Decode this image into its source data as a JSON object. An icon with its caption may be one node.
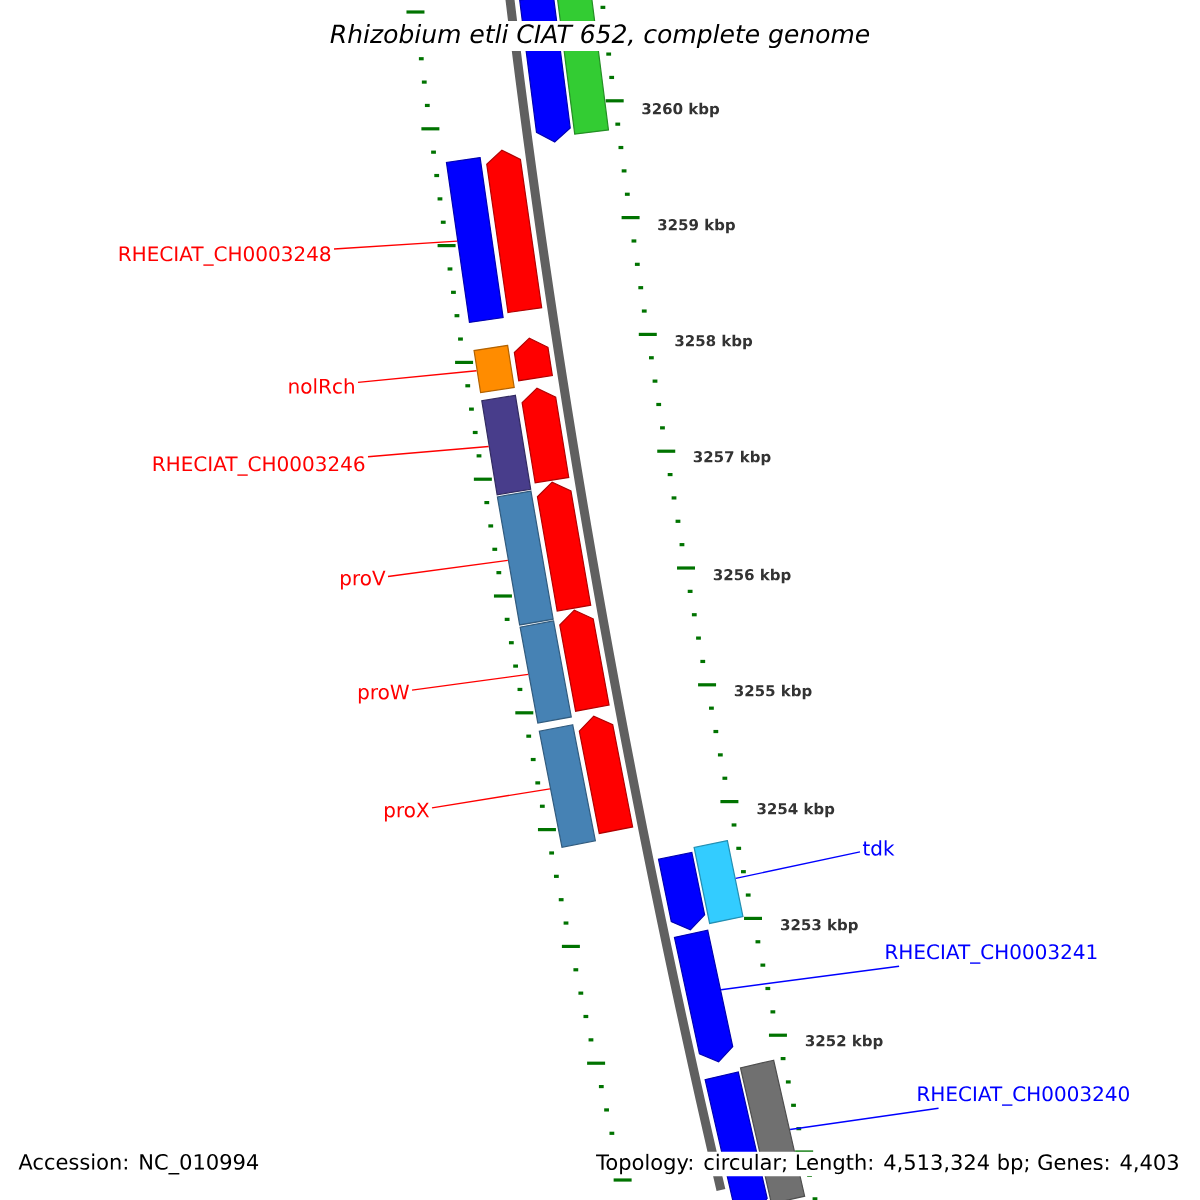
{
  "diagram": {
    "title": "Rhizobium etli CIAT 652, complete genome",
    "nodes": [
      {
        "text": [],
        "shape": "arrow"
      },
      {
        "text": [],
        "shape": "box"
      },
      {
        "text": [
          "RHECIAT_CH0003248"
        ]
      },
      {
        "text": [],
        "shape": "box"
      },
      {
        "text": [],
        "shape": "arrow"
      },
      {
        "text": [
          "nolRch"
        ]
      },
      {
        "text": [],
        "shape": "box"
      },
      {
        "text": [],
        "shape": "arrow"
      },
      {
        "text": [
          "RHECIAT_CH0003246"
        ]
      },
      {
        "text": [],
        "shape": "box"
      },
      {
        "text": [],
        "shape": "arrow"
      },
      {
        "text": [
          "proV"
        ]
      },
      {
        "text": [],
        "shape": "box"
      },
      {
        "text": [],
        "shape": "arrow"
      },
      {
        "text": [
          "proW"
        ]
      },
      {
        "text": [],
        "shape": "box"
      },
      {
        "text": [],
        "shape": "arrow"
      },
      {
        "text": [
          "proX"
        ]
      },
      {
        "text": [],
        "shape": "box"
      },
      {
        "text": [],
        "shape": "arrow"
      },
      {
        "text": [
          "tdk"
        ]
      },
      {
        "text": [],
        "shape": "box"
      },
      {
        "text": [],
        "shape": "arrow"
      },
      {
        "text": [
          "RHECIAT_CH0003241"
        ]
      },
      {
        "text": [],
        "shape": "arrow"
      },
      {
        "text": [
          "RHECIAT_CH0003240"
        ]
      },
      {
        "text": [],
        "shape": "box"
      },
      {
        "text": [],
        "shape": "arrow"
      }
    ],
    "edges": [
      {
        "from": 2,
        "to": 3,
        "arrow": "none"
      },
      {
        "from": 5,
        "to": 6,
        "arrow": "none"
      },
      {
        "from": 8,
        "to": 9,
        "arrow": "none"
      },
      {
        "from": 11,
        "to": 12,
        "arrow": "none"
      },
      {
        "from": 14,
        "to": 15,
        "arrow": "none"
      },
      {
        "from": 17,
        "to": 18,
        "arrow": "none"
      },
      {
        "from": 20,
        "to": 21,
        "arrow": "none",
        "color": "#0000ff"
      },
      {
        "from": 23,
        "to": 24,
        "arrow": "none",
        "color": "#0000ff"
      },
      {
        "from": 25,
        "to": 26,
        "arrow": "none",
        "color": "#0000ff"
      }
    ],
    "labels": [
      "3260 kbp",
      "3259 kbp",
      "3258 kbp",
      "3257 kbp",
      "3256 kbp",
      "3255 kbp",
      "3254 kbp",
      "3253 kbp",
      "3252 kbp",
      "Accession: NC_010994",
      "Topology: circular; Length: 4,513,324 bp; Genes: 4,403"
    ]
  }
}
